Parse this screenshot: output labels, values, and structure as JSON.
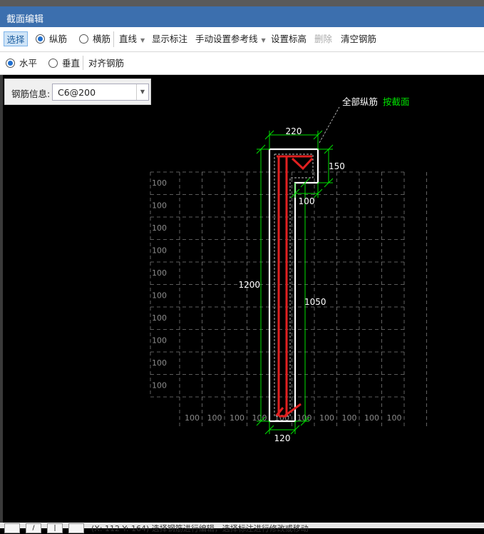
{
  "window": {
    "title": "截面编辑"
  },
  "toolbar1": {
    "select": "选择",
    "longitudinal": "纵筋",
    "transverse": "横筋",
    "line": "直线",
    "show_dimension": "显示标注",
    "manual_ref_line": "手动设置参考线",
    "set_elevation": "设置标高",
    "delete": "删除",
    "clear_rebar": "清空钢筋"
  },
  "toolbar2": {
    "horizontal": "水平",
    "vertical": "垂直",
    "align_rebar": "对齐钢筋"
  },
  "rebar_info": {
    "label": "钢筋信息:",
    "value": "C6@200"
  },
  "drawing": {
    "annotation_prefix": "全部纵筋",
    "annotation_link": "按截面",
    "dims": {
      "top_width": "220",
      "hook_height": "150",
      "hook_width": "100",
      "total_height": "1200",
      "web_height": "1050",
      "bottom_width": "120"
    },
    "grid_label": "100",
    "colors": {
      "dimension": "#00e000",
      "rebar": "#e02020",
      "outline": "#ffffff",
      "grid": "#7a7a7a",
      "link": "#00e000"
    }
  },
  "status": {
    "text": "(X: 112 Y: 164) 选择钢筋进行编辑，选择标注进行修改或移动"
  }
}
